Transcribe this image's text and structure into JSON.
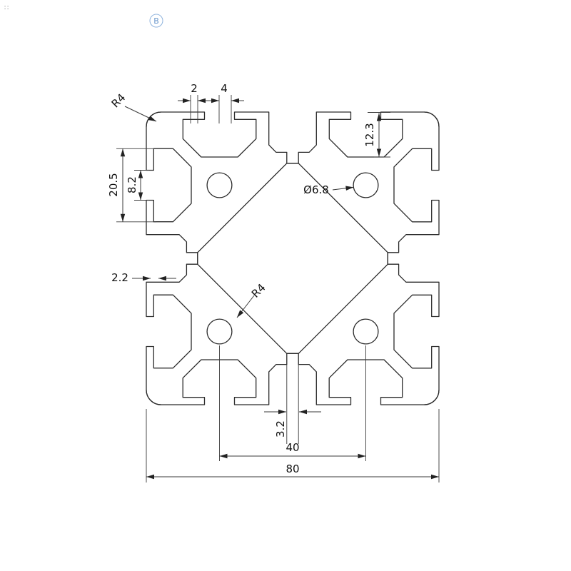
{
  "drawing": {
    "type": "technical-drawing",
    "subject": "aluminum-extrusion-profile-8080-cross-section",
    "labels": {
      "r4_outer": "R4",
      "dim_2": "2",
      "dim_4": "4",
      "dim_12_3": "12.3",
      "dim_20_5": "20.5",
      "dim_8_2": "8.2",
      "dim_hole_dia": "Ø6.8",
      "dim_2_2": "2.2",
      "r4_inner": "R4",
      "dim_3_2": "3.2",
      "dim_40": "40",
      "dim_80": "80"
    },
    "colors": {
      "outline": "#2b2b2b",
      "dimension_lines": "#3a3a3a",
      "text": "#111111",
      "watermark": "#6b98cc"
    }
  },
  "watermark": {
    "badge": "B",
    "corner_mark": "∷"
  }
}
